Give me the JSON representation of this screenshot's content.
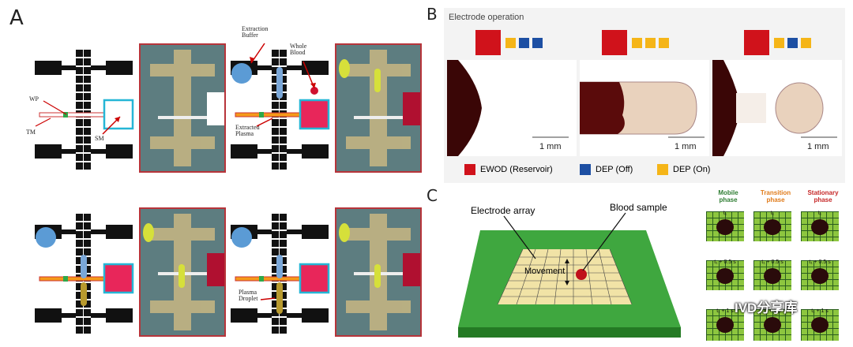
{
  "panels": {
    "a": "A",
    "b": "B",
    "c": "C"
  },
  "panelA": {
    "labels": {
      "wp": "WP",
      "tm": "TM",
      "sm": "SM",
      "extraction_buffer": "Extraction\nBuffer",
      "whole_blood": "Whole\nBlood",
      "extracted_plasma": "Extracted\nPlasma",
      "plasma_droplet": "Plasma\nDroplet"
    }
  },
  "panelB": {
    "title": "Electrode operation",
    "scale": "1 mm",
    "legend": [
      {
        "label": "EWOD (Reservoir)",
        "color": "#d0121b"
      },
      {
        "label": "DEP (Off)",
        "color": "#1d4fa3"
      },
      {
        "label": "DEP (On)",
        "color": "#f5b518"
      }
    ]
  },
  "panelC": {
    "electrode_array": "Electrode array",
    "blood_sample": "Blood sample",
    "movement": "Movement",
    "phases": [
      {
        "label": "Mobile\nphase",
        "color": "#2e7d32"
      },
      {
        "label": "Transition\nphase",
        "color": "#e07b1a"
      },
      {
        "label": "Stationary\nphase",
        "color": "#c62828"
      }
    ],
    "times": [
      "t₁",
      "t₁ + 0.5 s",
      "t₁ + 1 s"
    ],
    "watermark": "IVD分享库"
  }
}
